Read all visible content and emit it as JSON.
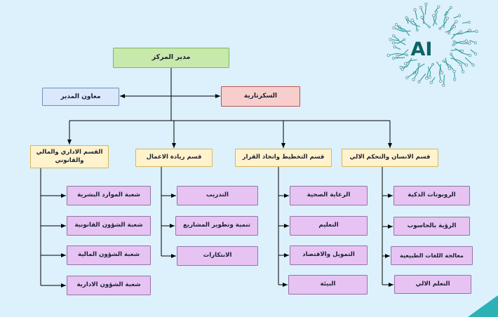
{
  "page": {
    "background": "#dcf1fc"
  },
  "logo": {
    "label": "AI",
    "trace_color": "#2f9c9e",
    "text_color": "#0d6164"
  },
  "corner_accent": {
    "color": "#2cb1b5"
  },
  "org": {
    "root": {
      "label": "مدير المركز",
      "fill": "#c7e9ab",
      "border": "#82b366"
    },
    "deputy": {
      "label": "معاون المدير",
      "fill": "#dae8fc",
      "border": "#6c8ebf"
    },
    "secretariat": {
      "label": "السكرتارية",
      "fill": "#f8cecc",
      "border": "#b85450"
    },
    "department_style": {
      "fill": "#fff2cc",
      "border": "#d6b656"
    },
    "departments": [
      {
        "label": "القسم الاداري والمالي\nوالقانوني"
      },
      {
        "label": "قسم ريادة الاعمال"
      },
      {
        "label": "قسم التخطيط واتخاذ القرار"
      },
      {
        "label": "قسم الانسان والتحكم الالي"
      }
    ],
    "unit_style": {
      "fill": "#e6c3f2",
      "border": "#9673a6"
    },
    "units": {
      "admin_financial_legal": [
        "شعبة الموارد البشرية",
        "شعبة الشؤون القانونية",
        "شعبة الشؤون المالية",
        "شعبة الشؤون الادارية"
      ],
      "entrepreneurship": [
        "التدريب",
        "تنمية وتطوير المشاريع",
        "الابتكارات"
      ],
      "planning_decision": [
        "الرعاية الصحية",
        "التعليم",
        "التمويل والاقتصاد",
        "البيئة"
      ],
      "human_automation": [
        "الروبوتات الذكية",
        "الرؤية بالحاسوب",
        "معالجة اللغات الطبيعية",
        "التعلم الالي"
      ]
    }
  }
}
